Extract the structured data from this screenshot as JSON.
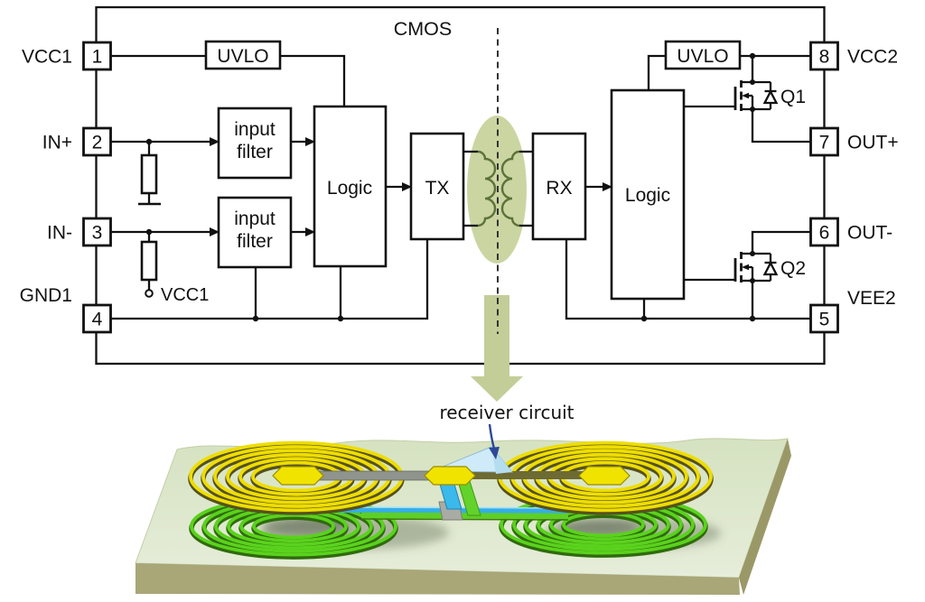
{
  "diagram": {
    "cmos_label": "CMOS",
    "pins_left": [
      {
        "number": "1",
        "label": "VCC1"
      },
      {
        "number": "2",
        "label": "IN+"
      },
      {
        "number": "3",
        "label": "IN-"
      },
      {
        "number": "4",
        "label": "GND1"
      }
    ],
    "pins_right": [
      {
        "number": "8",
        "label": "VCC2"
      },
      {
        "number": "7",
        "label": "OUT+"
      },
      {
        "number": "6",
        "label": "OUT-"
      },
      {
        "number": "5",
        "label": "VEE2"
      }
    ],
    "blocks": {
      "uvlo_left": "UVLO",
      "uvlo_right": "UVLO",
      "input_filter_line1": "input",
      "input_filter_line2": "filter",
      "logic_left": "Logic",
      "logic_right": "Logic",
      "tx": "TX",
      "rx": "RX"
    },
    "transistors": {
      "q1": "Q1",
      "q2": "Q2"
    },
    "pullup_label": "VCC1",
    "annotation": {
      "receiver_label": "receiver circuit"
    },
    "colors": {
      "line": "#111111",
      "isolation_ellipse": "#cbd5a2",
      "winding": "#5c7239",
      "big_arrow": "#c3cd98",
      "annotation_text": "#2b3856",
      "annotation_arrow": "#2d4896",
      "coil_yellow": "#eedd00",
      "coil_green": "#5ad21d",
      "substrate_top": "#e2ead4",
      "substrate_front": "#a9a678",
      "trace_blue": "#35aee6",
      "pad_yellow": "#f1e300"
    }
  }
}
